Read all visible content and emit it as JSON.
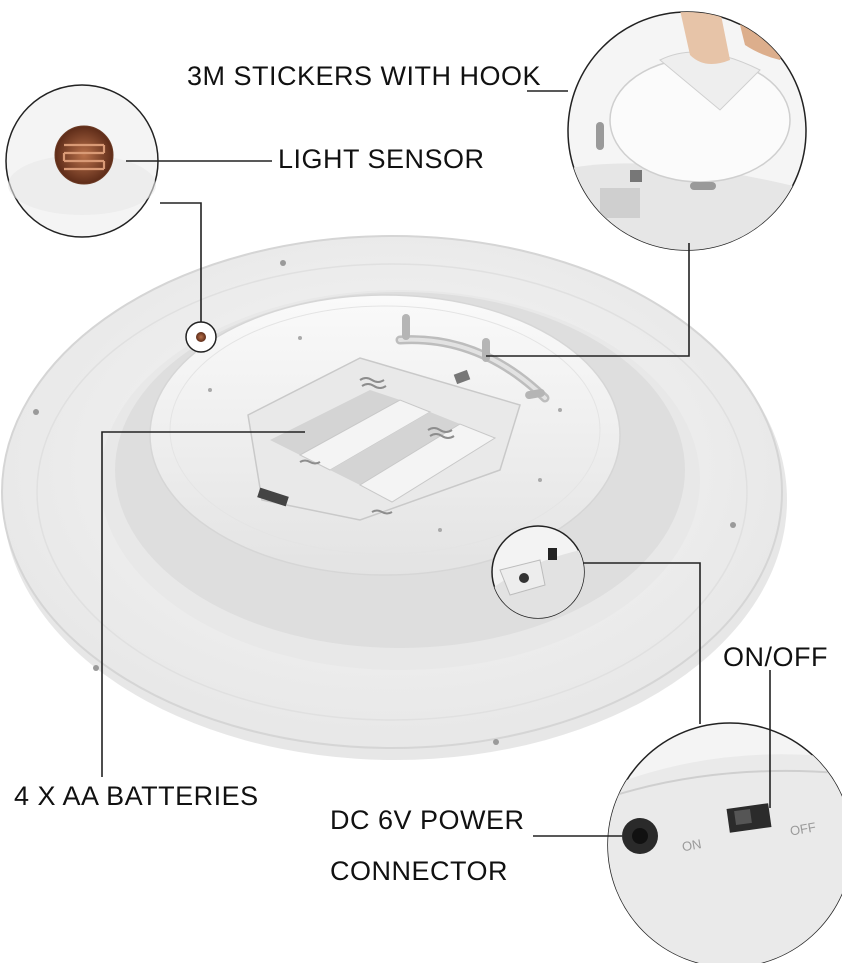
{
  "labels": {
    "stickers": "3M STICKERS WITH HOOK",
    "light_sensor": "LIGHT SENSOR",
    "on_off": "ON/OFF",
    "batteries": "4 X AA BATTERIES",
    "dc_power_line1": "DC 6V POWER",
    "dc_power_line2": "CONNECTOR"
  },
  "switch_marks": {
    "on": "ON",
    "off": "OFF"
  },
  "colors": {
    "line": "#222222",
    "plastic": "#f2f2f2",
    "shadow": "#d9d9d9",
    "sensor": "#8a4a2e"
  }
}
